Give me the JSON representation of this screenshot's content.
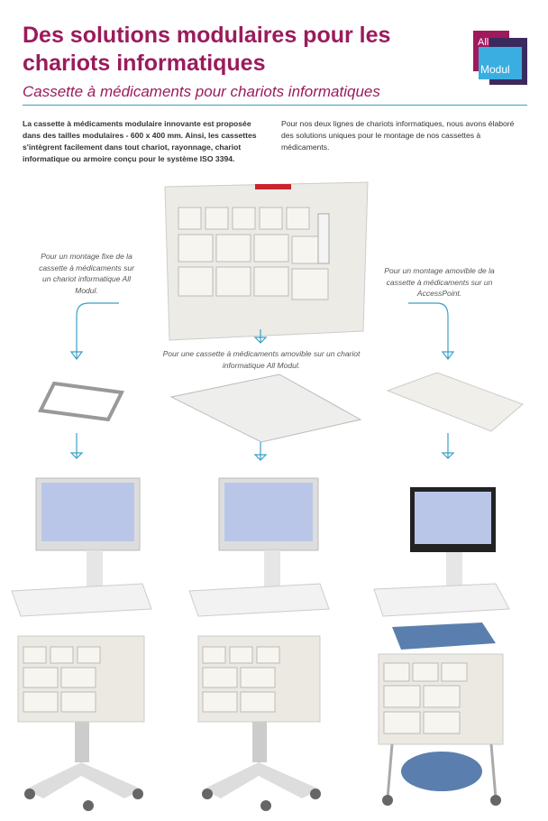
{
  "header": {
    "title": "Des solutions modulaires pour les chariots informatiques",
    "subtitle": "Cassette à médicaments pour chariots informatiques",
    "logo_text": [
      "All",
      "Modul"
    ]
  },
  "intro": {
    "left": "La cassette à médicaments modulaire innovante est proposée dans des tailles modulaires - 600 x 400 mm. Ainsi, les cassettes s'intègrent facilement dans tout chariot, rayonnage, chariot informatique ou armoire conçu pour le système ISO 3394.",
    "right": "Pour nos deux lignes de chariots informatiques, nous avons élaboré des solutions uniques pour le montage de nos cassettes à médicaments."
  },
  "captions": {
    "left": "Pour un montage fixe de la cassette à médicaments sur un chariot informatique All Modul.",
    "center": "Pour une cassette à médicaments amovible sur un chariot informatique All Modul.",
    "right": "Pour un montage amovible de la cassette à médicaments sur un AccessPoint."
  },
  "colors": {
    "brand": "#9a1b5c",
    "accent": "#3aa0c8"
  }
}
